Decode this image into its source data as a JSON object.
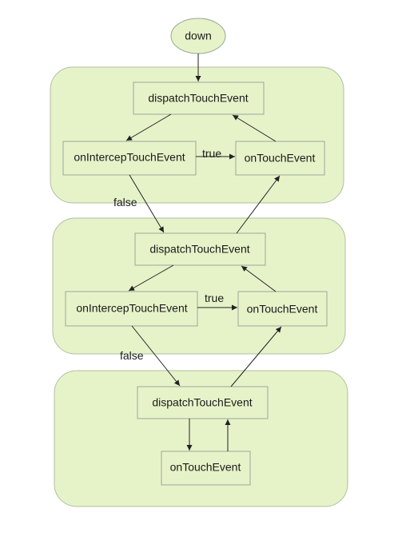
{
  "start_node": {
    "label": "down"
  },
  "levels": [
    {
      "dispatch": "dispatchTouchEvent",
      "intercept": "onIntercepTouchEvent",
      "touch": "onTouchEvent",
      "true_label": "true",
      "false_label": "false"
    },
    {
      "dispatch": "dispatchTouchEvent",
      "intercept": "onIntercepTouchEvent",
      "touch": "onTouchEvent",
      "true_label": "true",
      "false_label": "false"
    },
    {
      "dispatch": "dispatchTouchEvent",
      "touch": "onTouchEvent"
    }
  ],
  "colors": {
    "group_fill": "#e6f3c9",
    "node_border": "#9aa79a",
    "arrow": "#222222"
  }
}
